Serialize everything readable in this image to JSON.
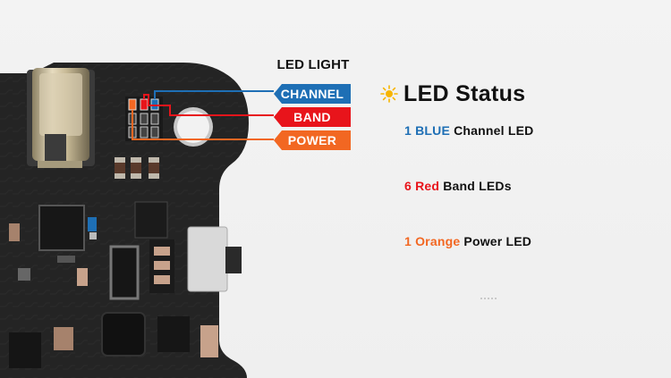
{
  "legend": {
    "title": "LED LIGHT",
    "tags": [
      {
        "label": "CHANNEL",
        "color": "#1e6fb5"
      },
      {
        "label": "BAND",
        "color": "#e8141b"
      },
      {
        "label": "POWER",
        "color": "#f26722"
      }
    ]
  },
  "status": {
    "icon": "sun-icon",
    "title": "LED Status",
    "lines": [
      {
        "count": "1",
        "color_word": "BLUE",
        "rest": "Channel LED",
        "color": "#1e6fb5"
      },
      {
        "count": "6",
        "color_word": "Red",
        "rest": "Band LEDs",
        "color": "#e8141b"
      },
      {
        "count": "1",
        "color_word": "Orange",
        "rest": "Power LED",
        "color": "#f26722"
      }
    ]
  },
  "board": {
    "led_colors": {
      "channel": "#1e6fb5",
      "band": "#e8141b",
      "power": "#f26722"
    },
    "pcb_color": "#242424"
  }
}
